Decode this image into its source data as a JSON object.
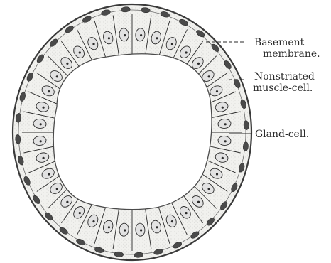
{
  "labels": {
    "basement_line1": "Basement",
    "basement_line2": "membrane.",
    "muscle_line1": "Nonstriated",
    "muscle_line2": "muscle-cell.",
    "gland": "Gland-cell."
  },
  "colors": {
    "ink": "#2a2a2a",
    "membrane": "#3a3a3a",
    "cell_fill": "#f4f4f2",
    "cytoplasm_stipple": "#9a9a9a",
    "nucleus_fill": "#e2e2e2",
    "muscle_nucleus": "#4a4a4a"
  },
  "cells": {
    "count": 36
  }
}
